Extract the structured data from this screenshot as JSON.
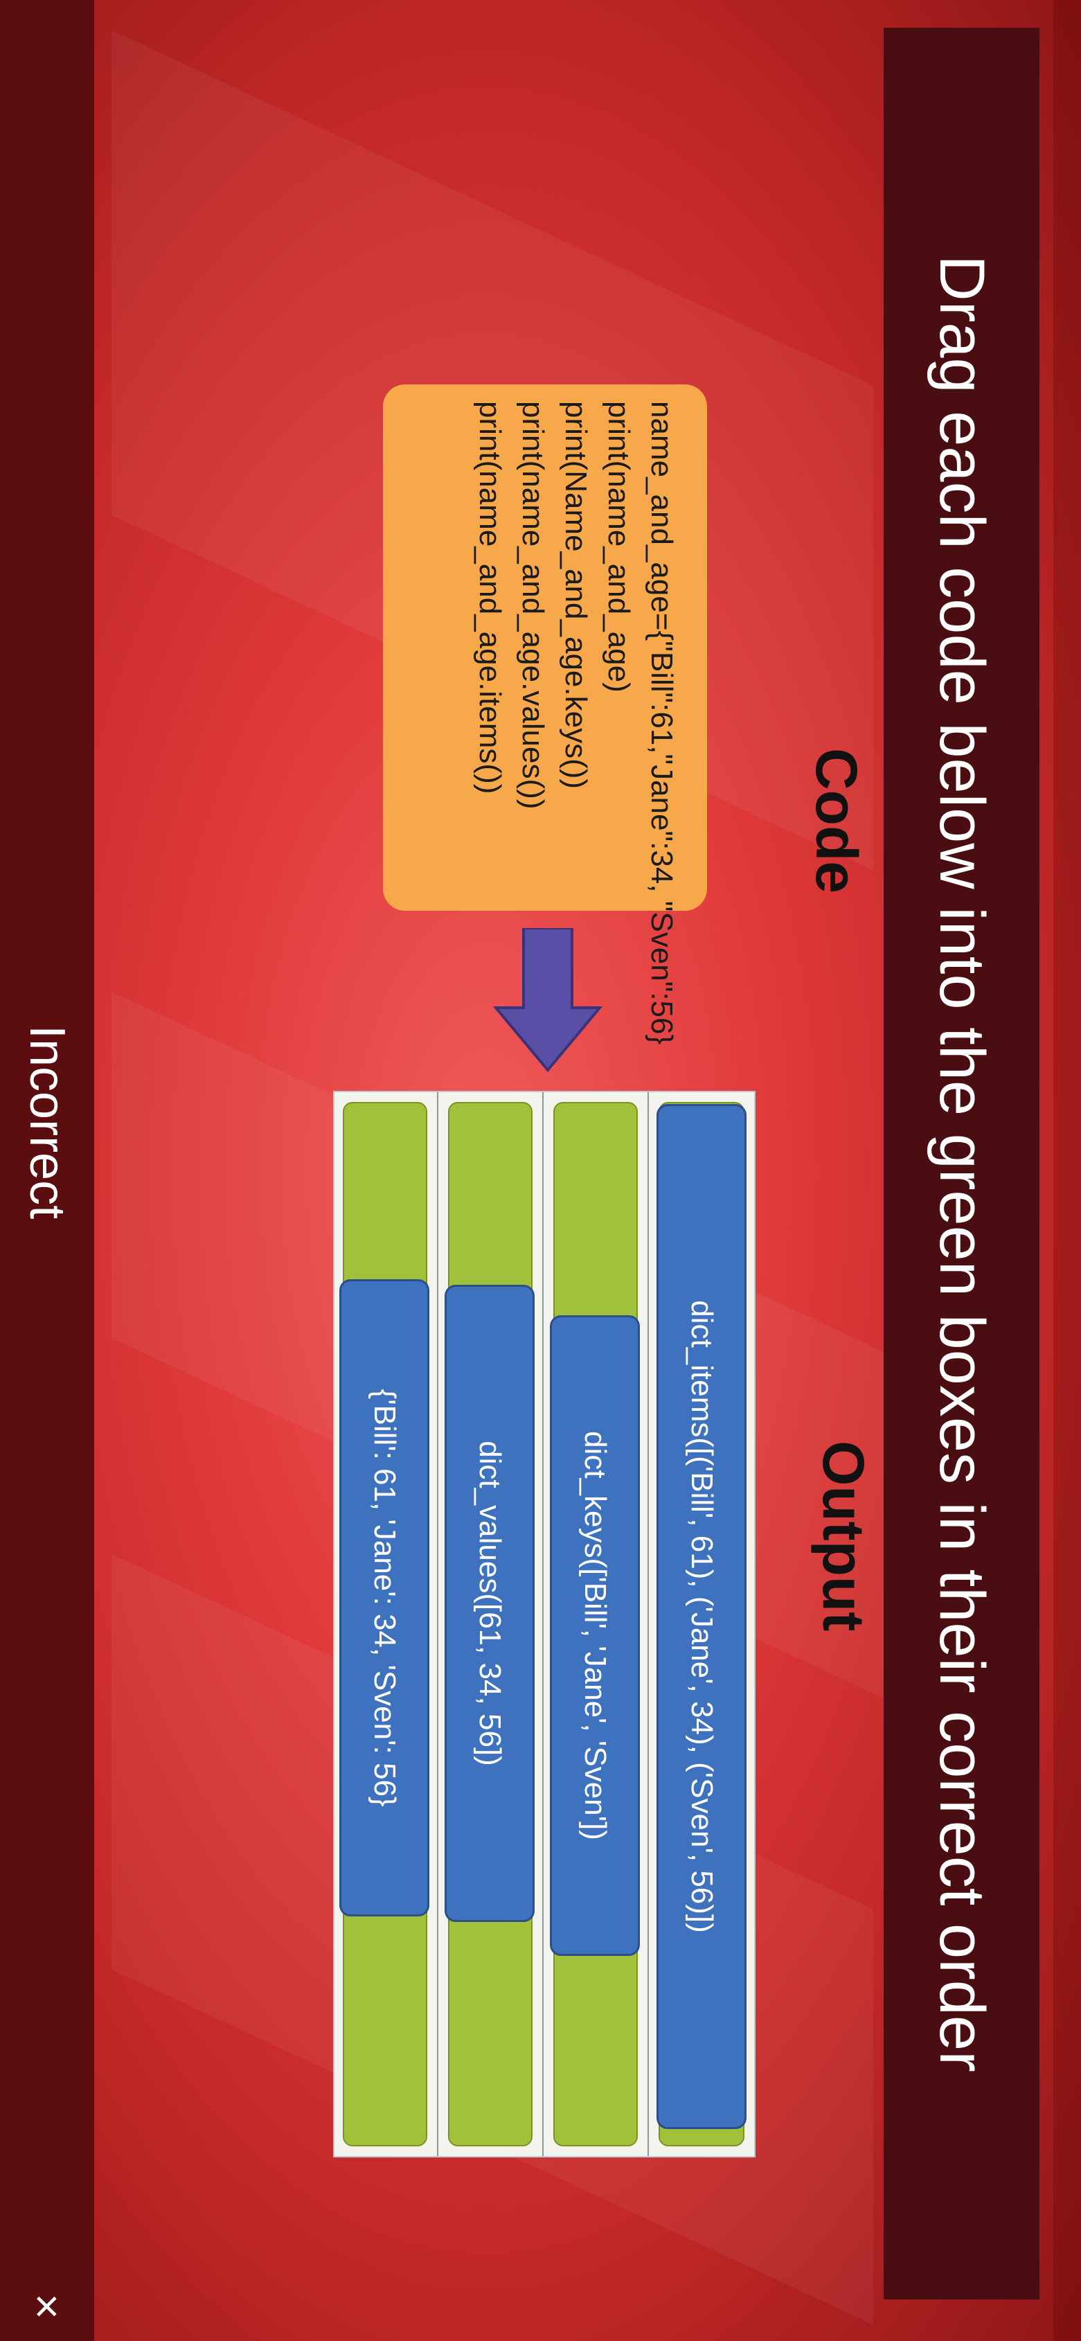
{
  "title": "Drag each code below into the green boxes in their correct order",
  "code_heading": "Code",
  "output_heading": "Output",
  "code_lines": [
    "name_and_age={\"Bill\":61,\"Jane\":34, \"Sven\":56}",
    "print(name_and_age)",
    "print(Name_and_age.keys())",
    "print(name_and_age.values())",
    "print(name_and_age.items())"
  ],
  "output_chips": [
    "dict_items([('Bill', 61), ('Jane', 34), ('Sven', 56)])",
    "dict_keys(['Bill', 'Jane', 'Sven'])",
    "dict_values([61, 34, 56])",
    "{'Bill': 61, 'Jane': 34, 'Sven': 56}"
  ],
  "status": "Incorrect",
  "close_symbol": "×",
  "colors": {
    "title_banner": "#4a0e12",
    "code_box": "#f7a84b",
    "green_slot": "#a2c13a",
    "chip": "#3e72bf",
    "arrow": "#5a4fa6",
    "footer": "#5c0d0f"
  }
}
